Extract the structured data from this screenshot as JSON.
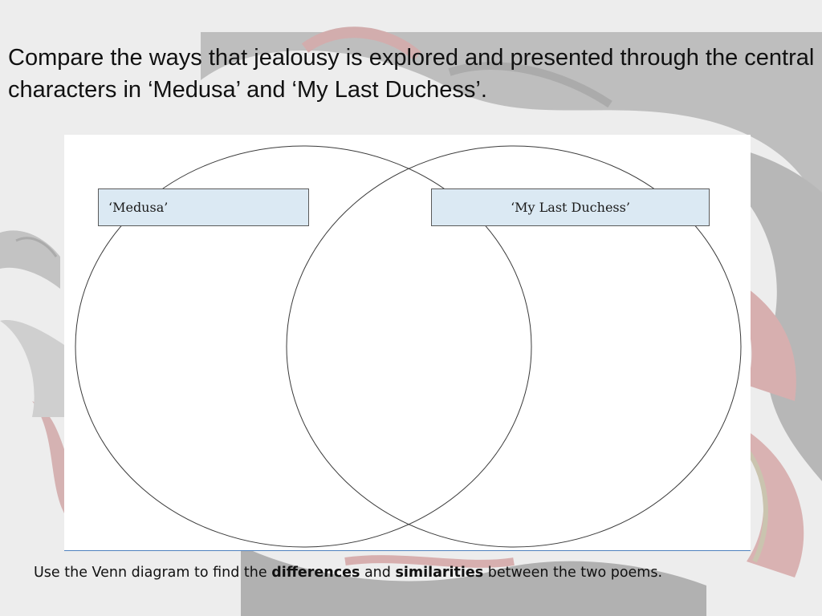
{
  "slide": {
    "title": "Compare the ways that jealousy is explored and presented through the central characters in ‘Medusa’ and ‘My Last Duchess’.",
    "background": "faded serpent illustration"
  },
  "venn": {
    "left_label": "‘Medusa’",
    "right_label": "‘My Last Duchess’",
    "label_fill": "#dbe9f3",
    "panel_line_color": "#4f81bd"
  },
  "instruction": {
    "part1": "Use the Venn diagram to find the ",
    "bold1": "differences",
    "part2": " and ",
    "bold2": "similarities",
    "part3": " between the two poems."
  }
}
